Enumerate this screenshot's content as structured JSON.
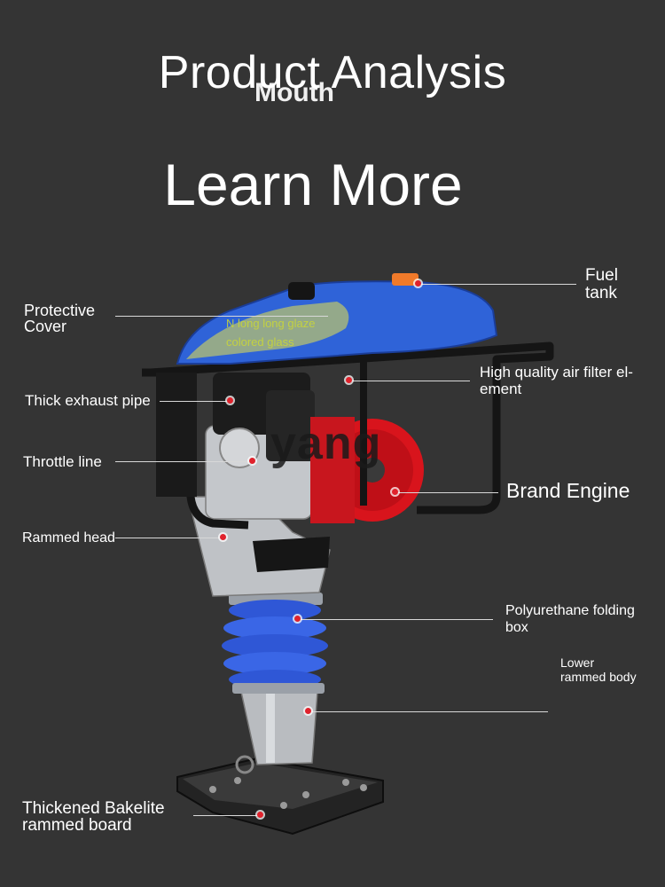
{
  "title": {
    "line1": "Product Analysis",
    "overlay": "Mouth",
    "line2": "Learn More"
  },
  "watermark": "yang",
  "labels": {
    "fuel_tank": [
      "Fuel",
      "tank"
    ],
    "protective_cover": [
      "Protective",
      "Cover"
    ],
    "cover_note": [
      "N long long glaze",
      "colored glass"
    ],
    "air_filter": [
      "High quality air filter el-",
      "ement"
    ],
    "exhaust_pipe": "Thick exhaust pipe",
    "throttle_line": "Throttle line",
    "brand_engine": "Brand Engine",
    "rammed_head": "Rammed head",
    "folding_box": [
      "Polyurethane folding",
      "box"
    ],
    "lower_body": [
      "Lower",
      "rammed body"
    ],
    "bakelite_board": [
      "Thickened Bakelite",
      "rammed board"
    ]
  },
  "colors": {
    "background": "#343434",
    "tank_blue": "#2f63d8",
    "engine_red": "#d8141c",
    "bellows_blue": "#2f57d6",
    "frame_black": "#151515",
    "metal": "#b9bcc0"
  }
}
